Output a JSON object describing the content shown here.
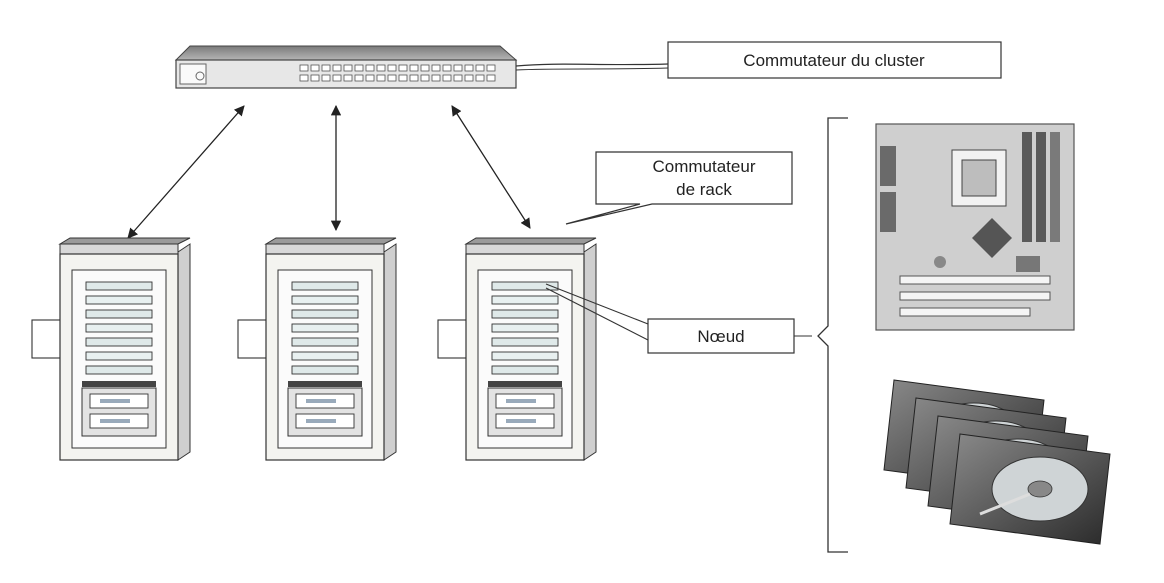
{
  "labels": {
    "cluster_switch": "Commutateur du cluster",
    "rack_switch_line1": "Commutateur",
    "rack_switch_line2": "de rack",
    "node": "Nœud"
  },
  "icons": {
    "cluster_switch": "network-switch-icon",
    "racks": "server-rack-icon",
    "motherboard": "motherboard-icon",
    "disks": "hard-disk-icon"
  },
  "colors": {
    "line": "#333333",
    "rack_fill": "#f4f4f0",
    "rack_shade": "#cfcfcf",
    "drive_bay": "#dfe9e9",
    "motherboard": "#cfcfcf"
  },
  "rack_count": 3
}
